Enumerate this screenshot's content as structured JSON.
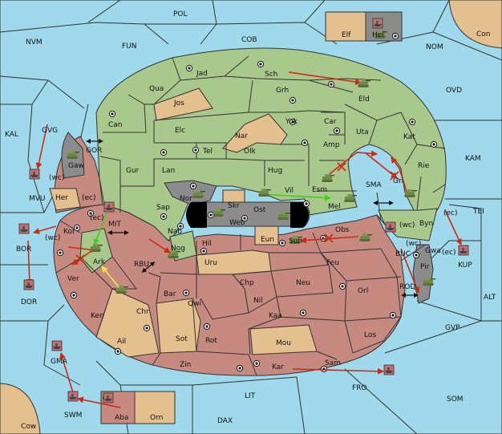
{
  "map": {
    "colors": {
      "sea": "#9fd9eb",
      "green_power": "#a8c88c",
      "tan_neutral": "#e5c08f",
      "red_power": "#c68a80",
      "grey_power": "#8c8c8c",
      "move_arrow": "#cc2a12",
      "support_arrow_green": "#44cc22",
      "support_arrow_yellow": "#e8e84a"
    },
    "sea_labels": {
      "pol": "POL",
      "fun": "FUN",
      "cob": "COB",
      "nvm": "NVM",
      "nom": "NOM",
      "con": "Con",
      "ovd": "OVD",
      "kal": "KAL",
      "kam": "KAM",
      "tei": "TEI",
      "gor": "GOR",
      "mit": "MIT",
      "mvu": "MVU",
      "bor": "BOR",
      "dor": "DOR",
      "rbu": "RBU",
      "sma": "SMA",
      "buc": "BUC",
      "rod": "ROD",
      "alt": "ALT",
      "gvp": "GVP",
      "kup": "KUP",
      "fro": "FRO",
      "som": "SOM",
      "lit": "LIT",
      "dax": "DAX",
      "gma": "GMA",
      "swm": "SWM",
      "cow": "Cow",
      "gvg": "GVG"
    },
    "land_labels": {
      "elf": "Elf",
      "hel": "Hel",
      "jad": "Jad",
      "sch": "Sch",
      "qua": "Qua",
      "jos": "Jos",
      "grh": "Grh",
      "eld": "Eld",
      "can": "Can",
      "yok": "Yok",
      "car": "Car",
      "uta": "Uta",
      "elc": "Elc",
      "nar": "Nar",
      "amp": "Amp",
      "kat": "Kat",
      "tel": "Tel",
      "olk": "Olk",
      "gaw": "Gaw",
      "gur": "Gur",
      "lan": "Lan",
      "hug": "Hug",
      "rie": "Rie",
      "esm": "Esm",
      "gri": "Gri",
      "nor": "Nor",
      "skr": "Skr",
      "vil": "Vil",
      "mel": "Mel",
      "her": "Her",
      "sap": "Sap",
      "ost": "Ost",
      "web": "Web",
      "byn": "Byn",
      "kor": "Kor",
      "nab": "Nab",
      "eun": "Eun",
      "sun": "Sun",
      "obs": "Obs",
      "gwa": "Gwa",
      "hil": "Hil",
      "nog": "Nog",
      "ark": "Ark",
      "ver": "Ver",
      "uru": "Uru",
      "feu": "Feu",
      "pir": "Pir",
      "chp": "Chp",
      "neu": "Neu",
      "orl": "Orl",
      "bar": "Bar",
      "qwi": "Qwi",
      "nil": "Nil",
      "ken": "Ken",
      "chr": "Chr",
      "kaa": "Kaa",
      "los": "Los",
      "sot": "Sot",
      "ail": "Ail",
      "rot": "Rot",
      "mou": "Mou",
      "zin": "Zin",
      "kar": "Kar",
      "sam": "Sam",
      "aba": "Aba",
      "orn": "Orn"
    },
    "coast_labels": {
      "wc": "(wc)",
      "ec": "(ec)"
    }
  }
}
